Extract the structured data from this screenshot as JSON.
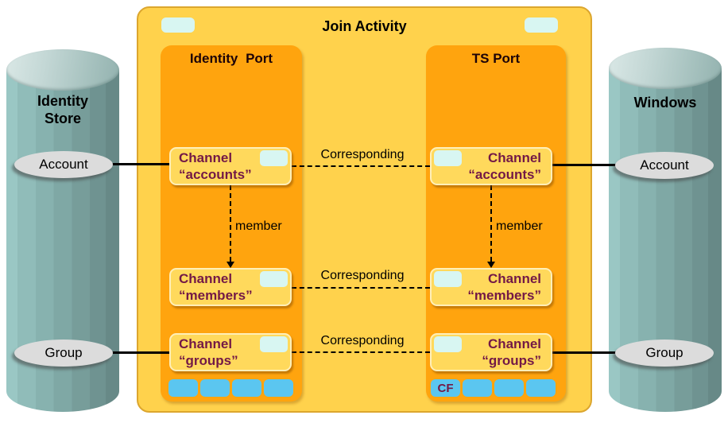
{
  "join": {
    "title": "Join Activity"
  },
  "stores": {
    "left": {
      "name_line1": "Identity",
      "name_line2": "Store",
      "account_label": "Account",
      "group_label": "Group"
    },
    "right": {
      "name": "Windows",
      "account_label": "Account",
      "group_label": "Group"
    }
  },
  "ports": {
    "identity": {
      "title": "Identity Port",
      "channels": {
        "accounts": {
          "line1": "Channel",
          "line2": "“accounts”"
        },
        "members": {
          "line1": "Channel",
          "line2": "“members”"
        },
        "groups": {
          "line1": "Channel",
          "line2": "“groups”"
        }
      }
    },
    "ts": {
      "title": "TS Port",
      "cf_label": "CF",
      "channels": {
        "accounts": {
          "line1": "Channel",
          "line2": "“accounts”"
        },
        "members": {
          "line1": "Channel",
          "line2": "“members”"
        },
        "groups": {
          "line1": "Channel",
          "line2": "“groups”"
        }
      }
    }
  },
  "labels": {
    "corresponding": "Corresponding",
    "member": "member"
  },
  "colors": {
    "join_yellow": "#FFD24C",
    "join_border": "#DCA62E",
    "port_orange": "#FFA40E",
    "channel_yellow": "#FFD95C",
    "channel_border": "#FFEFB8",
    "tab_cyan": "#D8F6F2",
    "slot_blue": "#5BC6F0",
    "maroon_text": "#731946",
    "entity_gray": "#DCDCDC",
    "cylinder_teal_light": "#9AC7C4",
    "cylinder_teal_dark": "#678987"
  }
}
